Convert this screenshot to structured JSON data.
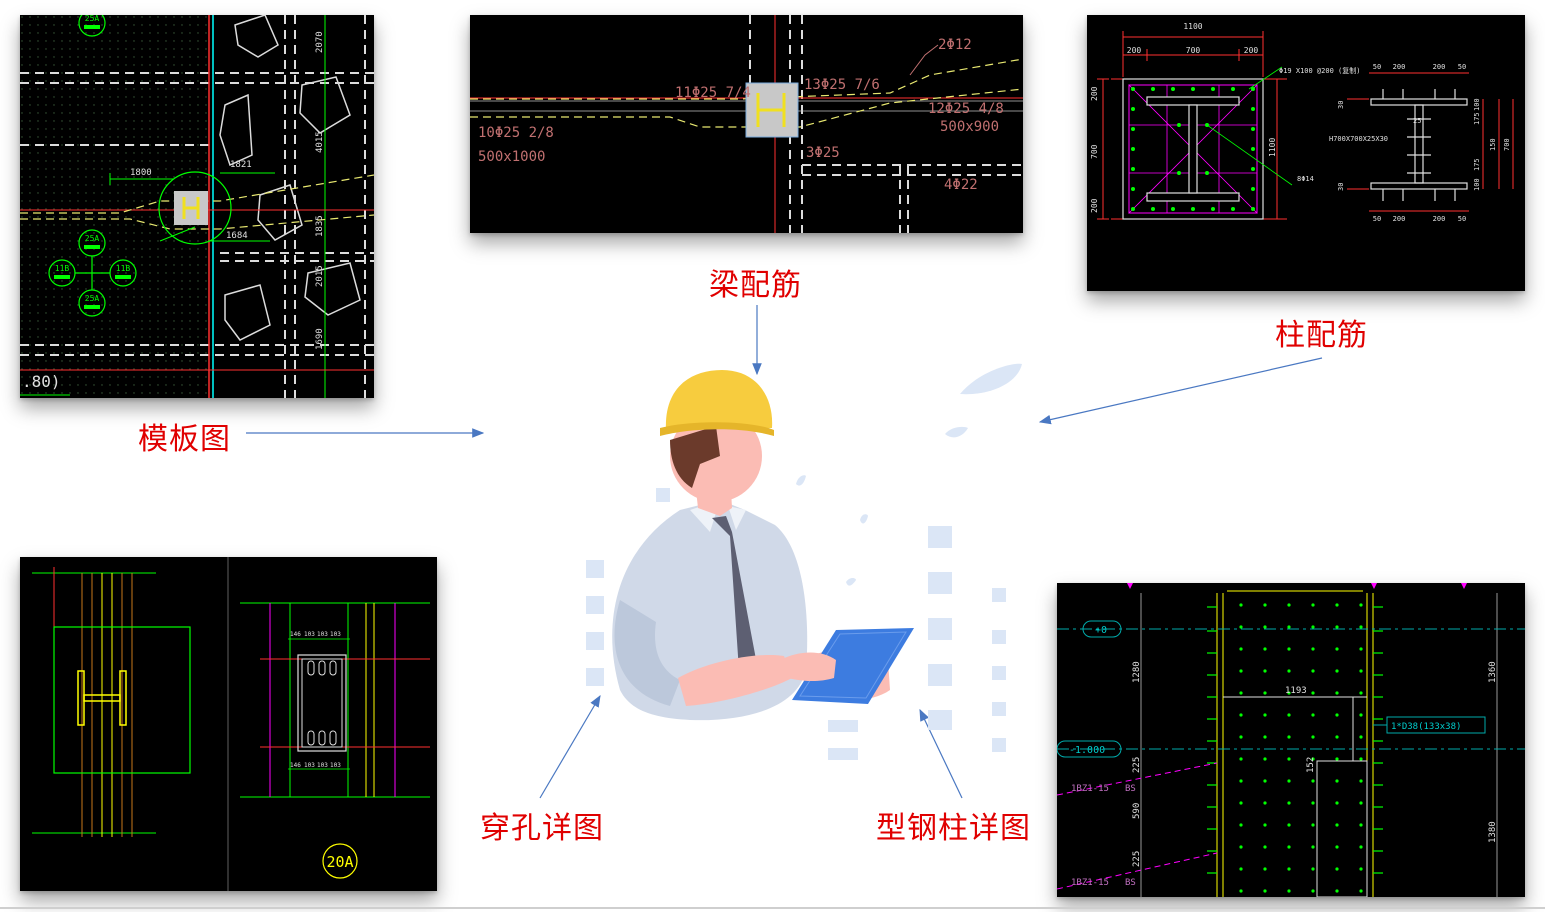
{
  "labels": {
    "template": "模板图",
    "beam": "梁配筋",
    "column": "柱配筋",
    "hole": "穿孔详图",
    "steel_column": "型钢柱详图"
  },
  "template_panel": {
    "dims": [
      "1800",
      "1821",
      "1684",
      "2070",
      "4015",
      "1835",
      "2015",
      "1690"
    ],
    "tags": [
      "25A",
      "25A",
      "11B",
      "11B",
      "25A"
    ],
    "scale_text": ".80)"
  },
  "beam_panel": {
    "texts": [
      "2Φ12",
      "11Φ25 7/4",
      "13Φ25 7/6",
      "12Φ25 4/8",
      "500x900",
      "10Φ25 2/8",
      "500x1000",
      "3Φ25",
      "4Φ22"
    ]
  },
  "column_panel": {
    "top_dims": [
      "1100",
      "200",
      "700",
      "200"
    ],
    "right_top_dims": [
      "50",
      "200",
      "200",
      "50"
    ],
    "right_bottom_dims": [
      "50",
      "200",
      "200",
      "50"
    ],
    "left_dims": [
      "200",
      "700",
      "200"
    ],
    "mid_dim": "1100",
    "rebar_note": "Φ19 X100 @200 (复制)",
    "section_note": "H700X700X25X30",
    "stirrup_note": "8Φ14",
    "small_dims": [
      "30",
      "30",
      "25",
      "175",
      "150",
      "175",
      "100",
      "100",
      "700"
    ]
  },
  "hole_panel": {
    "dims": [
      "146",
      "103",
      "103",
      "103"
    ],
    "tag": "20A"
  },
  "steel_panel": {
    "levels": [
      "+0",
      "-1.000"
    ],
    "dims": [
      "1280",
      "1193",
      "1360",
      "1380",
      "590",
      "225",
      "225",
      "152"
    ],
    "note": "1*D38(133x38)",
    "tags": [
      "1BZ1-15",
      "BS",
      "1BZ1-15",
      "BS"
    ]
  },
  "colors": {
    "label_red": "#e00000",
    "arrow_blue": "#4a78c2",
    "cad_green": "#00ff00",
    "cad_yellow": "#ffff00",
    "cad_red": "#ff3030",
    "cad_magenta": "#ff00ff",
    "cad_cyan": "#00ffff",
    "helmet": "#f7cc3e",
    "skin": "#fbbcb4",
    "shirt": "#d0d9e8",
    "tablet": "#3d7ce0"
  }
}
